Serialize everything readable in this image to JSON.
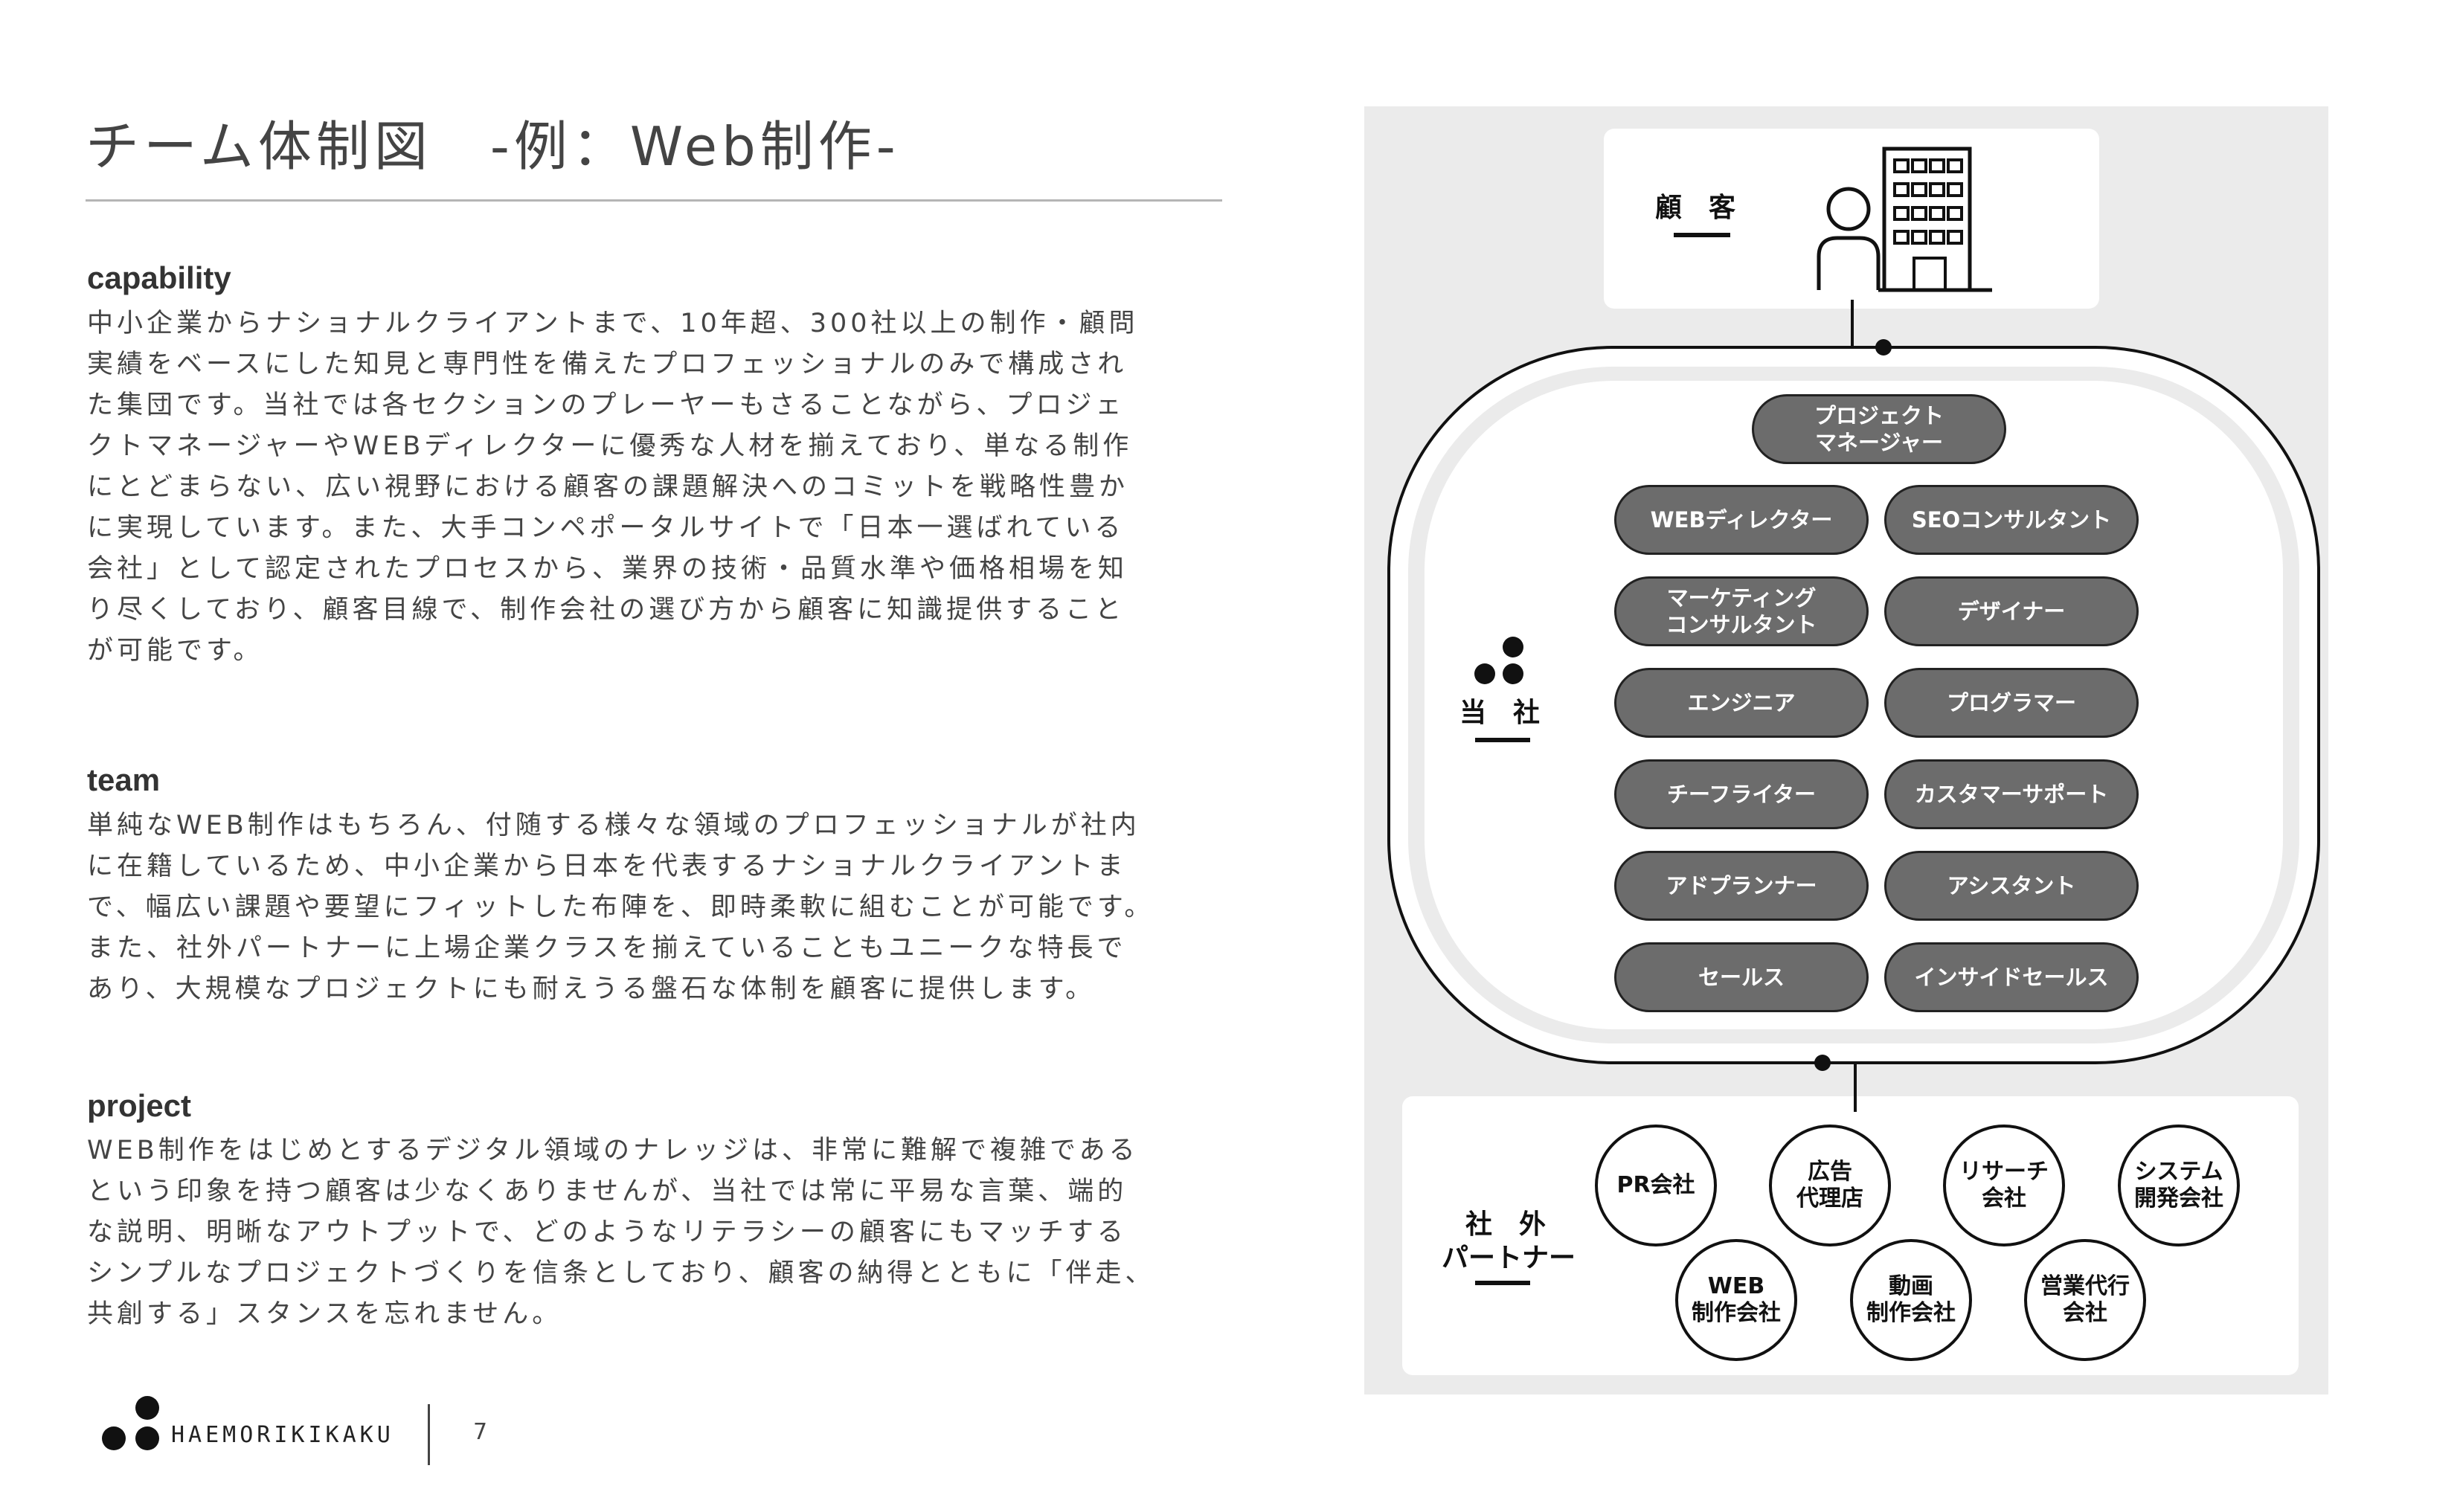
{
  "header": {
    "title": "チーム体制図　-例：Web制作-"
  },
  "sections": [
    {
      "heading": "capability",
      "lines": [
        "中小企業からナショナルクライアントまで、10年超、300社以上の制作・顧問",
        "実績をベースにした知見と専門性を備えたプロフェッショナルのみで構成され",
        "た集団です。当社では各セクションのプレーヤーもさることながら、プロジェ",
        "クトマネージャーやWEBディレクターに優秀な人材を揃えており、単なる制作",
        "にとどまらない、広い視野における顧客の課題解決へのコミットを戦略性豊か",
        "に実現しています。また、大手コンペポータルサイトで「日本一選ばれている",
        "会社」として認定されたプロセスから、業界の技術・品質水準や価格相場を知",
        "り尽くしており、顧客目線で、制作会社の選び方から顧客に知識提供すること",
        "が可能です。"
      ]
    },
    {
      "heading": "team",
      "lines": [
        "単純なWEB制作はもちろん、付随する様々な領域のプロフェッショナルが社内",
        "に在籍しているため、中小企業から日本を代表するナショナルクライアントま",
        "で、幅広い課題や要望にフィットした布陣を、即時柔軟に組むことが可能です。",
        "また、社外パートナーに上場企業クラスを揃えていることもユニークな特長で",
        "あり、大規模なプロジェクトにも耐えうる盤石な体制を顧客に提供します。"
      ]
    },
    {
      "heading": "project",
      "lines": [
        "WEB制作をはじめとするデジタル領域のナレッジは、非常に難解で複雑である",
        "という印象を持つ顧客は少なくありませんが、当社では常に平易な言葉、端的",
        "な説明、明晰なアウトプットで、どのようなリテラシーの顧客にもマッチする",
        "シンプルなプロジェクトづくりを信条としており、顧客の納得とともに「伴走、",
        "共創する」スタンスを忘れません。"
      ]
    }
  ],
  "diagram": {
    "client_label": "顧　客",
    "company_label": "当　社",
    "partner_label_1": "社　外",
    "partner_label_2": "パートナー",
    "roles": [
      "プロジェクト\nマネージャー",
      "WEBディレクター",
      "SEOコンサルタント",
      "マーケティング\nコンサルタント",
      "デザイナー",
      "エンジニア",
      "プログラマー",
      "チーフライター",
      "カスタマーサポート",
      "アドプランナー",
      "アシスタント",
      "セールス",
      "インサイドセールス"
    ],
    "partners": [
      "PR会社",
      "広告\n代理店",
      "リサーチ\n会社",
      "システム\n開発会社",
      "WEB\n制作会社",
      "動画\n制作会社",
      "営業代行\n会社"
    ]
  },
  "footer": {
    "brand": "HAEMORIKIKAKU",
    "page_number": "7"
  },
  "colors": {
    "pill_fill": "#6c6c6c",
    "panel_bg": "#ebebeb",
    "ink": "#111111"
  }
}
